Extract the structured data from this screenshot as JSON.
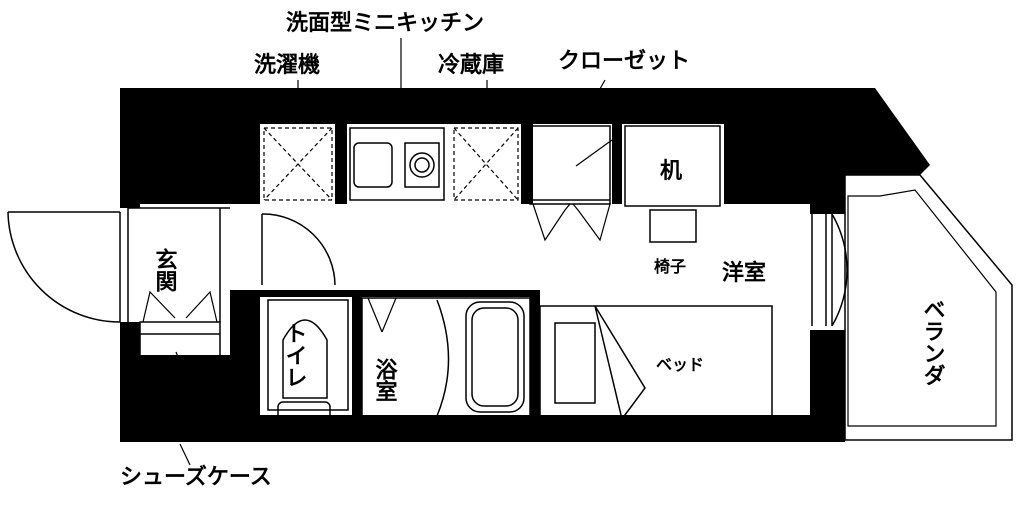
{
  "labels": {
    "washbasin_kitchen": "洗面型ミニキッチン",
    "washer": "洗濯機",
    "fridge": "冷蔵庫",
    "closet": "クローゼット",
    "desk": "机",
    "entrance": "玄関",
    "chair": "椅子",
    "western_room": "洋室",
    "toilet": "トイレ",
    "bath": "浴室",
    "bed": "ベッド",
    "balcony": "ベランダ",
    "shoe_case": "シューズケース"
  },
  "colors": {
    "wall": "#000000",
    "background": "#ffffff"
  }
}
